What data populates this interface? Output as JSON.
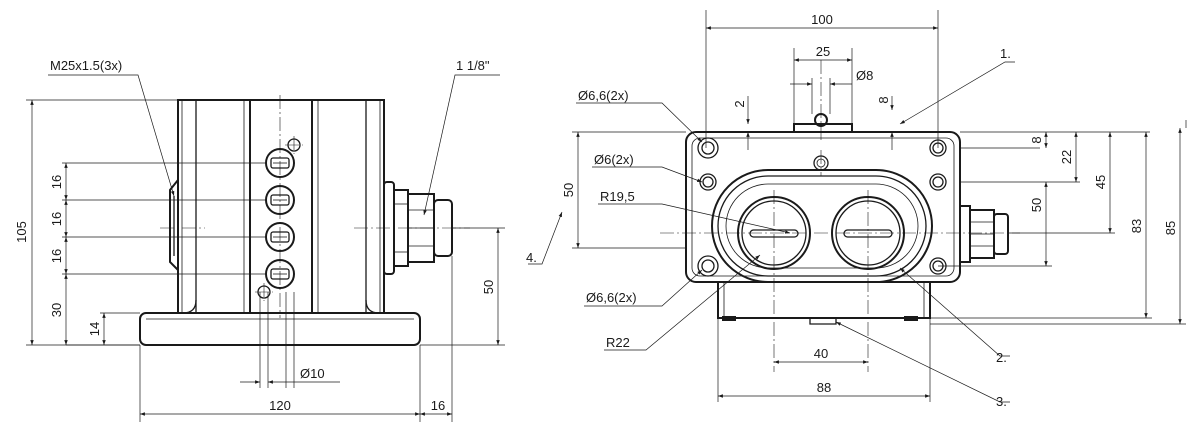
{
  "dimensions": {
    "thread": "M25x1.5(3x)",
    "pipe": "1 1/8\"",
    "height_total": "105",
    "pitch_a": "16",
    "pitch_b": "16",
    "pitch_c": "16",
    "d30": "30",
    "d14": "14",
    "d50_side": "50",
    "hole_side": "Ø10",
    "width_base": "120",
    "d16_bottom": "16",
    "top_width": "100",
    "d25": "25",
    "pin": "Ø8",
    "d2": "2",
    "d8_top": "8",
    "holes_a": "Ø6,6(2x)",
    "holes_b": "Ø6(2x)",
    "r195": "R19,5",
    "d50_front": "50",
    "holes_c": "Ø6,6(2x)",
    "r22": "R22",
    "d40": "40",
    "d88": "88",
    "d8_right": "8",
    "d22": "22",
    "d45": "45",
    "d50_right": "50",
    "d83": "83",
    "d85": "85"
  },
  "callouts": {
    "c1": "1.",
    "c2": "2.",
    "c3": "3.",
    "c4": "4."
  }
}
